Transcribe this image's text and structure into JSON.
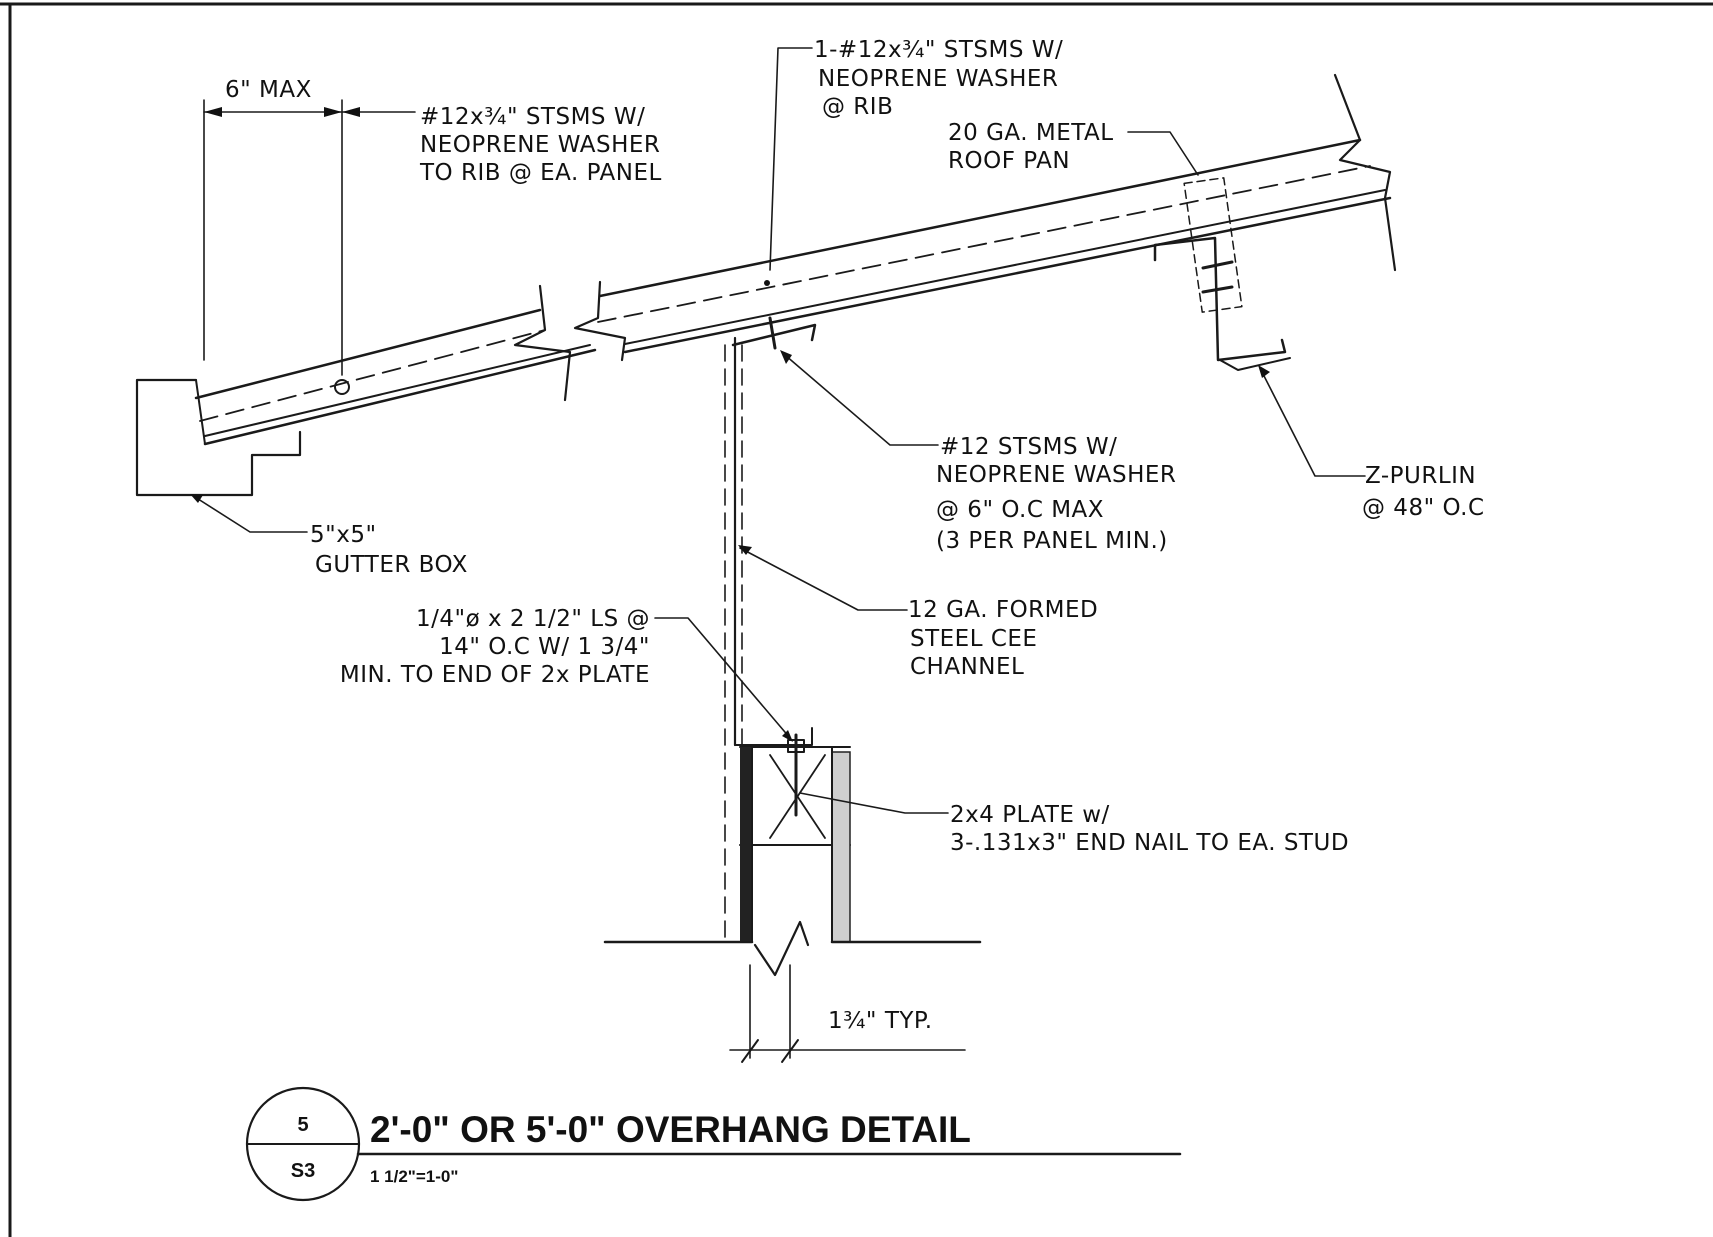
{
  "detail": {
    "number": "5",
    "sheet": "S3",
    "title": "2'-0\" OR 5'-0\" OVERHANG DETAIL",
    "scale": "1 1/2\"=1-0\""
  },
  "notes": {
    "dim_6_max": "6\" MAX",
    "stsms_panel": [
      "#12x¾\" STSMS W/",
      "NEOPRENE WASHER",
      "TO RIB @ EA. PANEL"
    ],
    "stsms_rib": [
      "1-#12x¾\" STSMS W/",
      "NEOPRENE WASHER",
      "@ RIB"
    ],
    "roof_pan": [
      "20 GA. METAL",
      "ROOF PAN"
    ],
    "stsms_cee": [
      "#12 STSMS W/",
      "NEOPRENE WASHER",
      "@ 6\" O.C MAX",
      "(3 PER PANEL MIN.)"
    ],
    "z_purlin": [
      "Z-PURLIN",
      "@ 48\" O.C"
    ],
    "gutter": [
      "5\"x5\"",
      "GUTTER BOX"
    ],
    "cee_channel": [
      "12 GA. FORMED",
      "STEEL CEE",
      "CHANNEL"
    ],
    "lag_screw": [
      "1/4\"ø x 2 1/2\" LS @",
      "14\" O.C W/ 1 3/4\"",
      "MIN. TO END OF 2x PLATE"
    ],
    "plate": [
      "2x4 PLATE w/",
      "3-.131x3\" END NAIL TO EA. STUD"
    ],
    "dim_typ": "1¾\" TYP."
  }
}
